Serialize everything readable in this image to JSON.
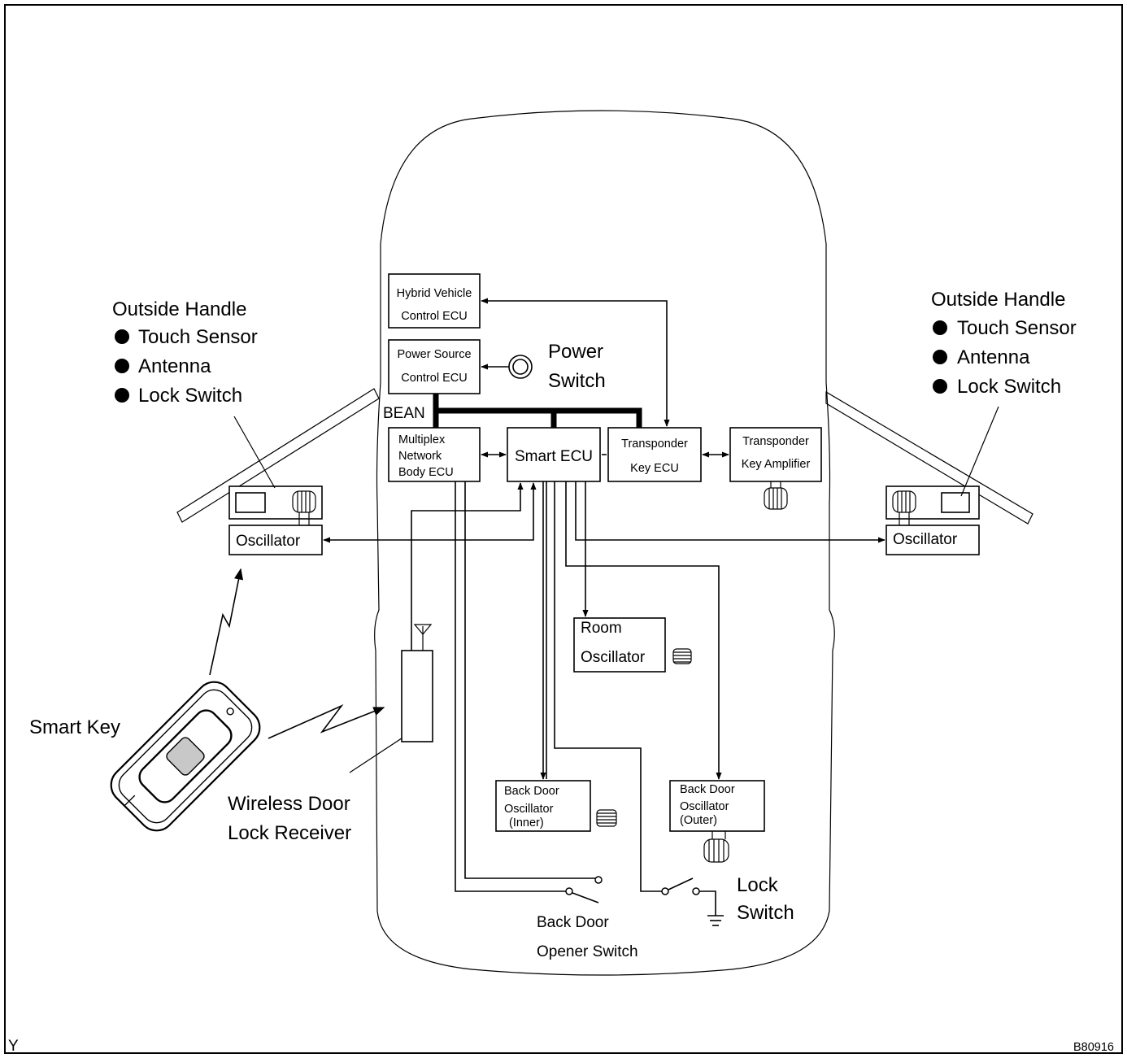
{
  "left_handle": {
    "title": "Outside Handle",
    "items": [
      "Touch Sensor",
      "Antenna",
      "Lock Switch"
    ],
    "oscillator": "Oscillator"
  },
  "right_handle": {
    "title": "Outside Handle",
    "items": [
      "Touch Sensor",
      "Antenna",
      "Lock Switch"
    ],
    "oscillator": "Oscillator"
  },
  "ecus": {
    "hybrid": [
      "Hybrid Vehicle",
      "Control ECU"
    ],
    "power_source": [
      "Power Source",
      "Control ECU"
    ],
    "multiplex": [
      "Multiplex",
      "Network",
      "Body ECU"
    ],
    "smart": "Smart ECU",
    "transponder_ecu": [
      "Transponder",
      "Key ECU"
    ],
    "transponder_amp": [
      "Transponder",
      "Key Amplifier"
    ]
  },
  "power_switch": [
    "Power",
    "Switch"
  ],
  "bus_label": "BEAN",
  "room_oscillator": [
    "Room",
    "Oscillator"
  ],
  "back_door_inner": [
    "Back Door",
    "Oscillator",
    "(Inner)"
  ],
  "back_door_outer": [
    "Back Door",
    "Oscillator",
    "(Outer)"
  ],
  "smart_key": "Smart Key",
  "receiver": [
    "Wireless Door",
    "Lock Receiver"
  ],
  "opener_switch": [
    "Back Door",
    "Opener Switch"
  ],
  "lock_switch": [
    "Lock",
    "Switch"
  ],
  "corner_left": "Y",
  "corner_right": "B80916"
}
